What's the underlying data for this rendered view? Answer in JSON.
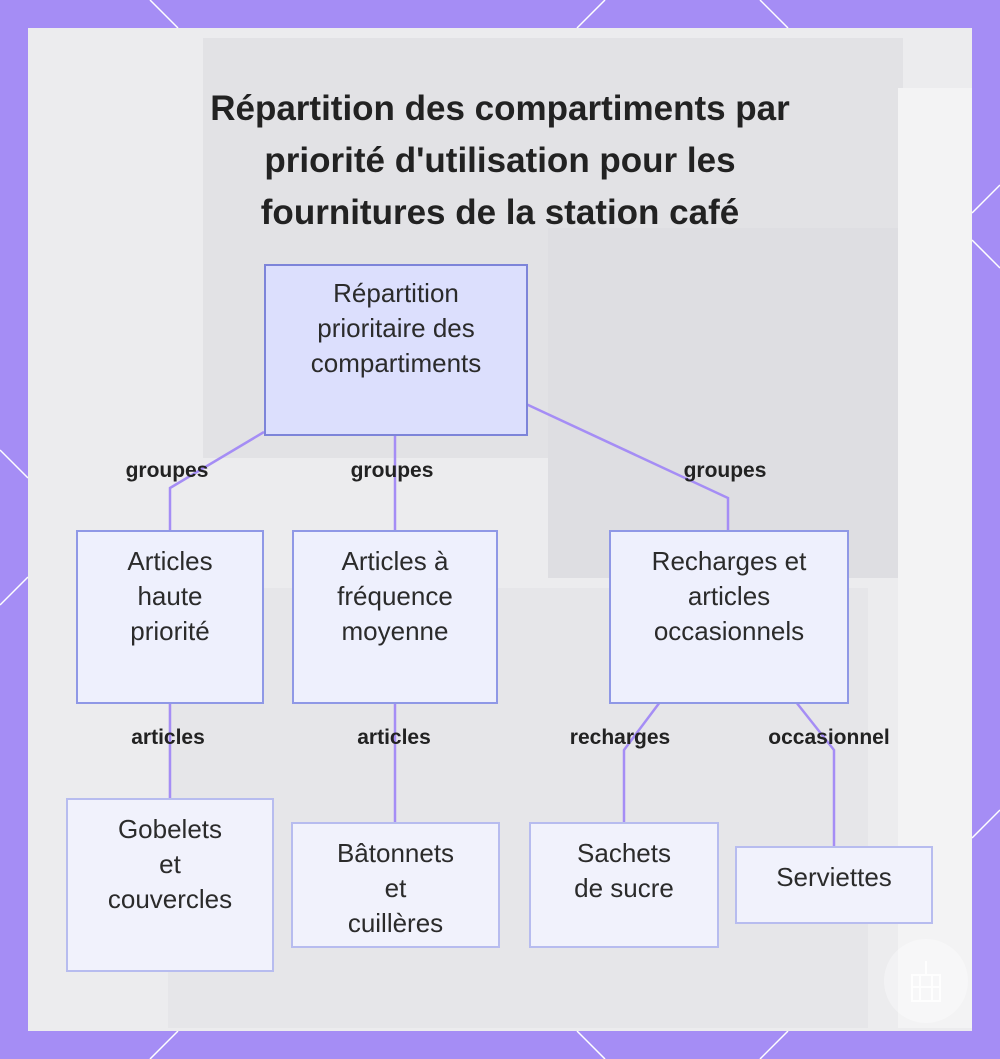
{
  "title": {
    "line1": "Répartition des compartiments par",
    "line2": "priorité d'utilisation pour les",
    "line3": "fournitures de la station café"
  },
  "nodes": {
    "root": "Répartition\nprioritaire des\ncompartiments",
    "high": "Articles\nhaute\npriorité",
    "medium": "Articles à\nfréquence\nmoyenne",
    "refills": "Recharges et\narticles\noccasionnels",
    "cups": "Gobelets\net\ncouvercles",
    "stirrers": "Bâtonnets\net\ncuillères",
    "sugar": "Sachets\nde sucre",
    "napkins": "Serviettes"
  },
  "edges": {
    "root_high": "groupes",
    "root_medium": "groupes",
    "root_refills": "groupes",
    "high_cups": "articles",
    "medium_stirrers": "articles",
    "refills_sugar": "recharges",
    "refills_napkins": "occasionnel"
  },
  "colors": {
    "frame": "#a58df5",
    "edge": "#a58df5",
    "node_border": "#8f98e6",
    "root_fill": "#dcdffd"
  }
}
